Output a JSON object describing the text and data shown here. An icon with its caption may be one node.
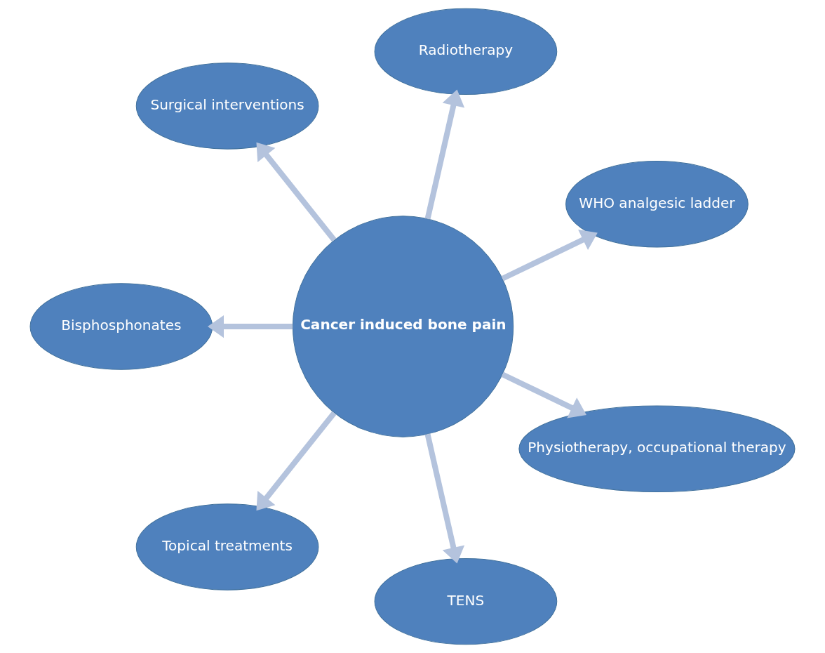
{
  "diagram": {
    "nodes": [
      {
        "text": [
          "Cancer induced bone pain"
        ]
      },
      {
        "text": [
          "WHO analgesic ladder"
        ]
      },
      {
        "text": [
          "Radiotherapy"
        ]
      },
      {
        "text": [
          "Surgical interventions"
        ]
      },
      {
        "text": [
          "Bisphosphonates"
        ]
      },
      {
        "text": [
          "Topical treatments"
        ]
      },
      {
        "text": [
          "TENS"
        ]
      },
      {
        "text": [
          "Physiotherapy, occupational therapy"
        ]
      }
    ],
    "edges": [
      {
        "from": 0,
        "to": 1,
        "arrow": "to"
      },
      {
        "from": 0,
        "to": 2,
        "arrow": "to"
      },
      {
        "from": 0,
        "to": 3,
        "arrow": "to"
      },
      {
        "from": 0,
        "to": 4,
        "arrow": "to"
      },
      {
        "from": 0,
        "to": 5,
        "arrow": "to"
      },
      {
        "from": 0,
        "to": 6,
        "arrow": "to"
      },
      {
        "from": 0,
        "to": 7,
        "arrow": "to"
      }
    ]
  }
}
